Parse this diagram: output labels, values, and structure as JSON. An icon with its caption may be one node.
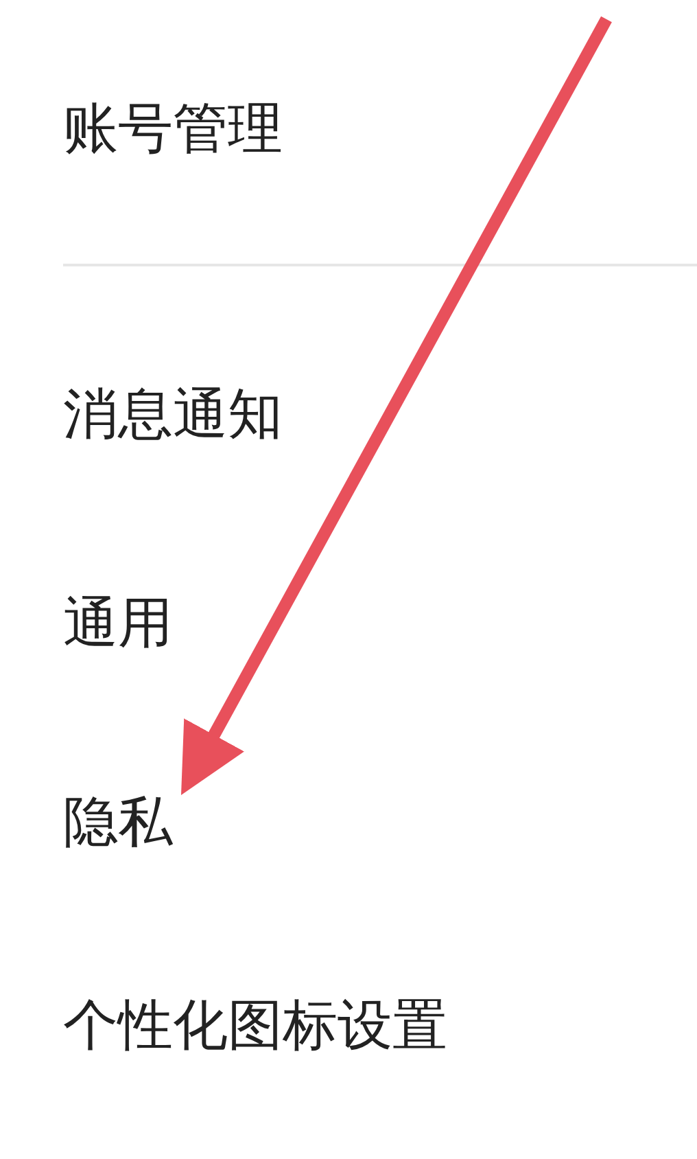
{
  "diagram": {
    "nodes": [
      {
        "text": [
          "账号管理"
        ]
      },
      {
        "text": [
          "消息通知"
        ]
      },
      {
        "text": [
          "通用"
        ]
      },
      {
        "text": [
          "隐私"
        ]
      },
      {
        "text": [
          "个性化图标设置"
        ]
      }
    ],
    "edges": [
      {
        "from": null,
        "to": 3,
        "arrow": "to"
      }
    ]
  }
}
